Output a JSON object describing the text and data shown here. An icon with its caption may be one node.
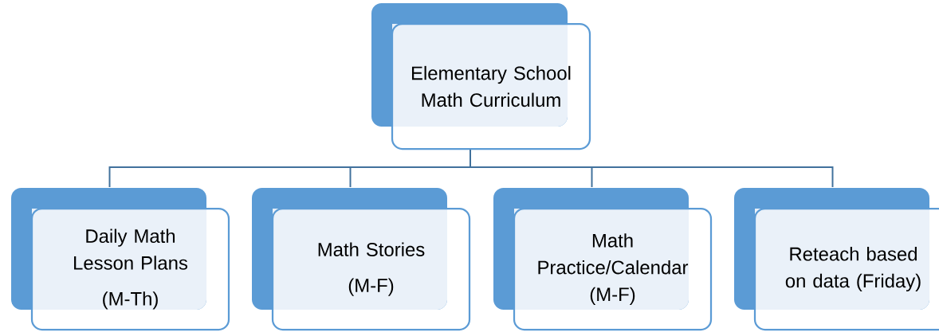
{
  "diagram": {
    "nodes": [
      {
        "text": [
          "Elementary School Math Curriculum"
        ]
      },
      {
        "text": [
          "Daily Math Lesson Plans",
          "(M-Th)"
        ]
      },
      {
        "text": [
          "Math Stories",
          "(M-F)"
        ]
      },
      {
        "text": [
          "Math Practice/Calendar (M-F)"
        ]
      },
      {
        "text": [
          "Reteach based on data (Friday)"
        ]
      }
    ],
    "edges": [
      {
        "from": 0,
        "to": 1,
        "arrow": "none"
      },
      {
        "from": 0,
        "to": 2,
        "arrow": "none"
      },
      {
        "from": 0,
        "to": 3,
        "arrow": "none"
      },
      {
        "from": 0,
        "to": 4,
        "arrow": "none"
      }
    ]
  }
}
